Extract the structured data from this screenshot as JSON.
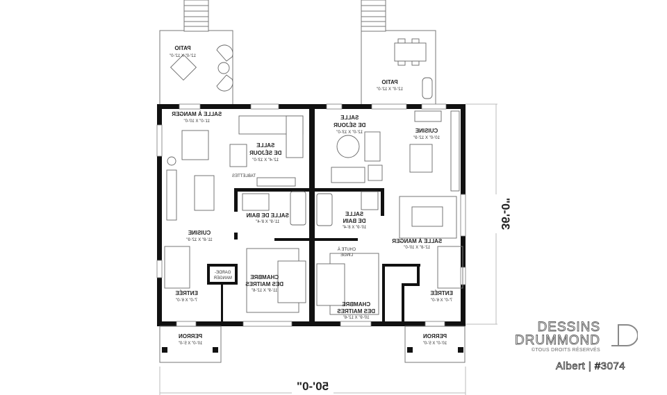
{
  "plan": {
    "title": "Albert | #3074",
    "overall_width": "50'-0\"",
    "overall_depth": "36'-0\"",
    "orientation_note": "mirrored"
  },
  "rooms": {
    "patio_left": {
      "name": "PATIO",
      "dims": "12'-0\" X 12'-0\""
    },
    "patio_right": {
      "name": "PATIO",
      "dims": "12'-0\" X 12'-0\""
    },
    "dining_left": {
      "name": "SALLE À MANGER",
      "dims": "11'-0\" X 10'-0\""
    },
    "living_left": {
      "name_line1": "SALLE",
      "name_line2": "DE SÉJOUR",
      "dims": "12'-4\" X 13'-0\""
    },
    "living_right": {
      "name_line1": "SALLE",
      "name_line2": "DE SÉJOUR",
      "dims": "12'-0\" X 13'-0\""
    },
    "kitchen_right": {
      "name": "CUISINE",
      "dims": "10'-0\" X 12'-9\""
    },
    "kitchen_left": {
      "name": "CUISINE",
      "dims": "11'-8\" X 12'-9\""
    },
    "bath_left": {
      "name": "SALLE DE BAIN",
      "dims": "11'-9\" X 8'-4\""
    },
    "bath_right": {
      "name_line1": "SALLE",
      "name_line2": "DE BAIN",
      "dims": "10'-9\" X 8'-4\""
    },
    "dining_right": {
      "name": "SALLE À MANGER",
      "dims": "12'-8\" X 10'-0\""
    },
    "shelves": {
      "name": "TABLETTES"
    },
    "linen_chute": {
      "name_line1": "CHUTE À",
      "name_line2": "LINGE"
    },
    "pantry": {
      "name_line1": "GARDE-",
      "name_line2": "MANGER"
    },
    "master_left": {
      "name_line1": "CHAMBRE",
      "name_line2": "DES MAITRES",
      "dims": "11'-9\" X 12'-6\""
    },
    "master_right": {
      "name_line1": "CHAMBRE",
      "name_line2": "DES MAITRES",
      "dims": "10'-9\" X 12'-6\""
    },
    "entry_left": {
      "name": "ENTRÉE",
      "dims": "7'-0\" X 6'-0\""
    },
    "entry_right": {
      "name": "ENTRÉE",
      "dims": "7'-0\" X 6'-0\""
    },
    "porch_left": {
      "name": "PERRON",
      "dims": "10'-0\" X 5'-0\""
    },
    "porch_right": {
      "name": "PERRON",
      "dims": "10'-0\" X 5'-0\""
    }
  },
  "brand": {
    "line1": "DESSINS",
    "line2": "DRUMMOND",
    "rights": "©TOUS DROITS RÉSERVÉS",
    "model": "Albert | #3074",
    "logo_icon": "door-d-logo-icon"
  },
  "colors": {
    "wall": "#111111",
    "line": "#777777",
    "dimension": "#bbbbbb",
    "text": "#222222"
  }
}
